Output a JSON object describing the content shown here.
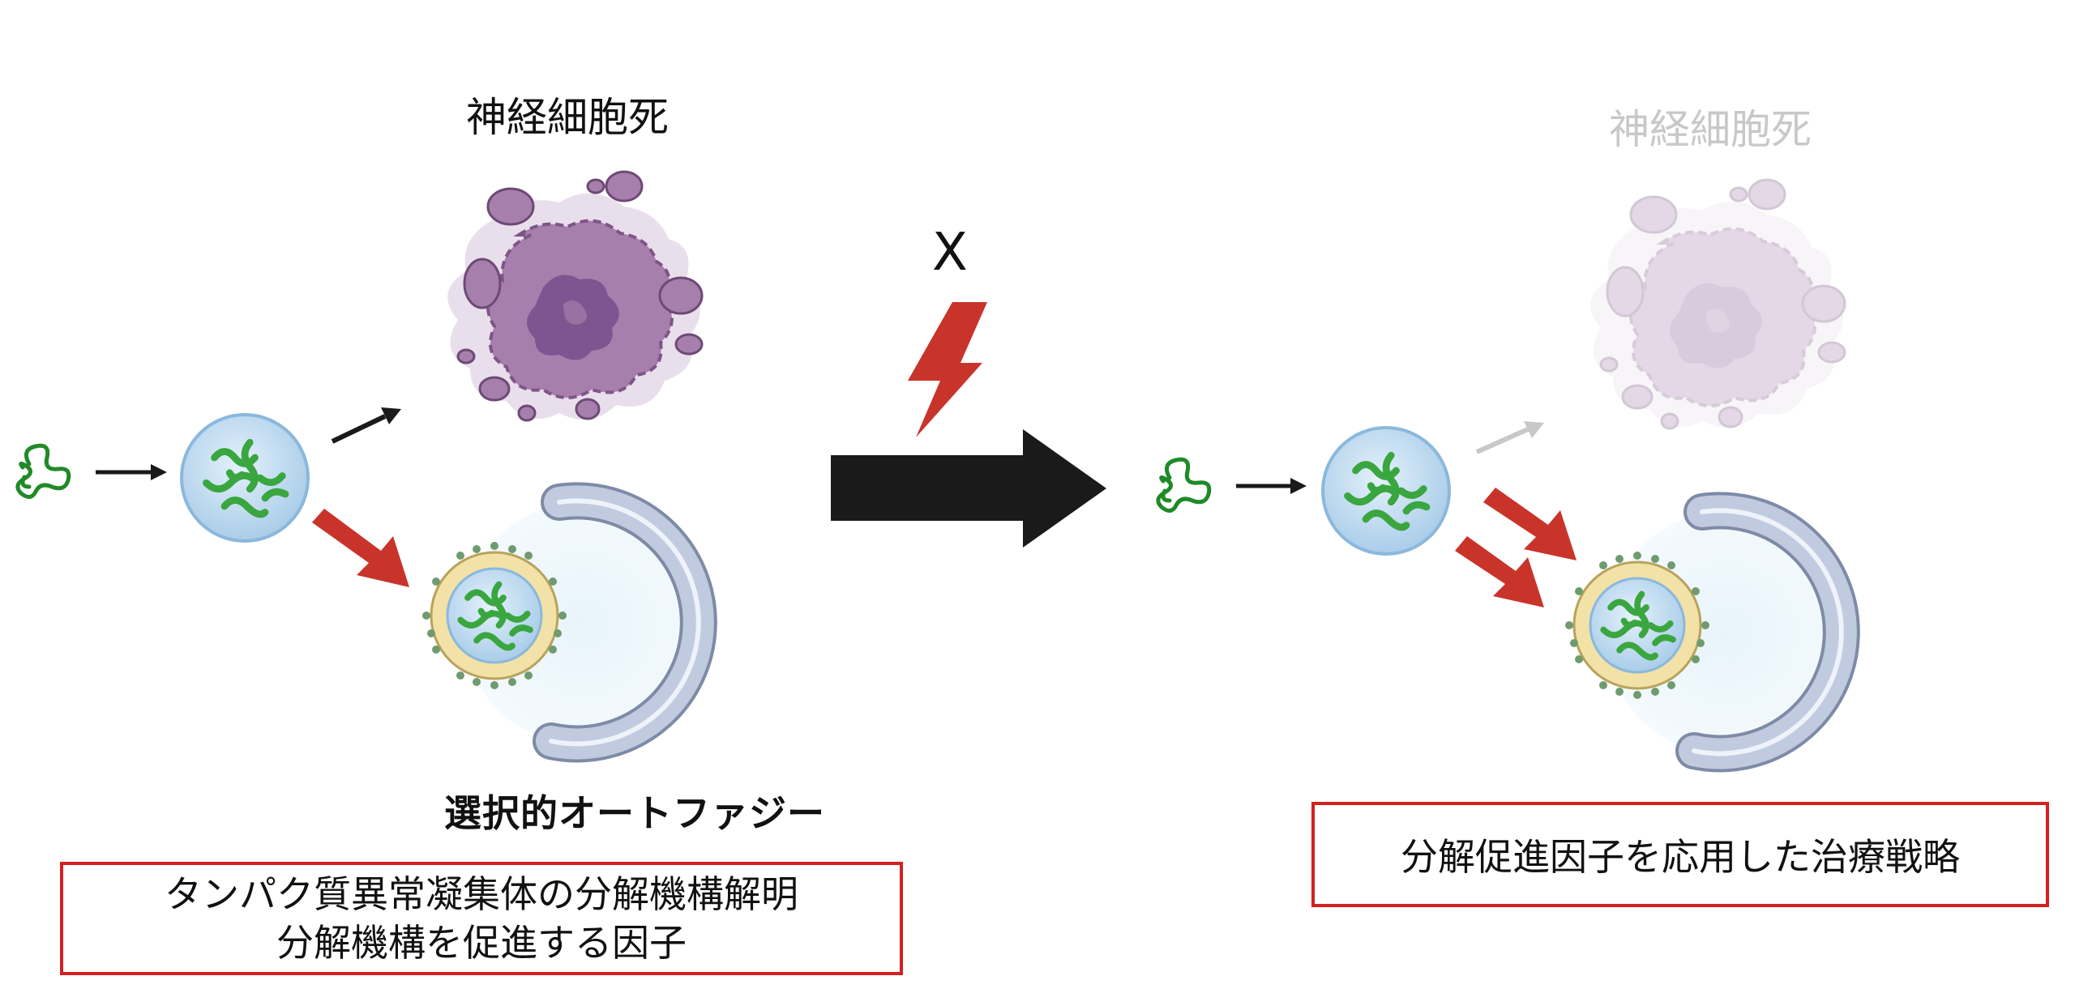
{
  "labels": {
    "neuron_death_left": "神経細胞死",
    "neuron_death_right": "神経細胞死",
    "inhibition_mark": "X",
    "selective_autophagy": "選択的オートファジー"
  },
  "boxes": {
    "left_line1": "タンパク質異常凝集体の分解機構解明",
    "left_line2": "分解機構を促進する因子",
    "right_line1": "分解促進因子を応用した治療戦略"
  },
  "colors": {
    "box_border": "#d42020",
    "arrow_red": "#c8342a",
    "arrow_black": "#1a1a1a",
    "cell_purple": "#9a6fa0",
    "protein_green": "#2e9a34",
    "faded_gray": "#c8c8c8"
  }
}
